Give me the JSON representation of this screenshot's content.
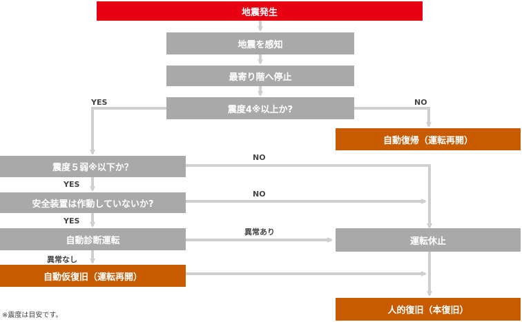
{
  "colors": {
    "start": "#e60012",
    "step": "#a9a9a9",
    "result": "#c85a00",
    "connector": "#cfcfcf",
    "label_text": "#444444"
  },
  "nodes": {
    "start": "地震発生",
    "detect": "地震を感知",
    "stop": "最寄り階へ停止",
    "q_intensity4": "震度4※以上か?",
    "auto_return": "自動復帰（運転再開）",
    "q_intensity5": "震度５弱※以下か？",
    "q_safety": "安全装置は作動していないか?",
    "diagnosis": "自動診断運転",
    "temp_return": "自動仮復旧（運転再開）",
    "suspend": "運転休止",
    "manual_return": "人的復旧（本復旧）"
  },
  "edge_labels": {
    "yes_intensity4": "YES",
    "no_intensity4": "NO",
    "no_intensity5": "NO",
    "yes_intensity5": "YES",
    "no_safety": "NO",
    "yes_safety": "YES",
    "abnormal": "異常あり",
    "normal": "異常なし"
  },
  "footnote": "※震度は目安です。"
}
